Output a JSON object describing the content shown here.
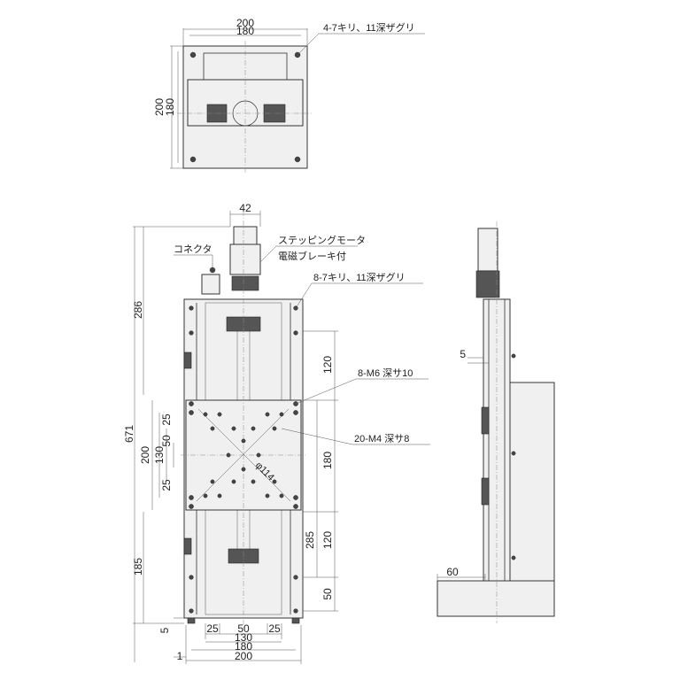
{
  "top_view": {
    "dims": {
      "w_outer": "200",
      "w_inner": "180",
      "h_outer": "200",
      "h_inner": "180"
    },
    "note_holes": "4-7キリ、11深ザグリ"
  },
  "front_view": {
    "dims": {
      "motor_width": "42",
      "total_height": "671",
      "upper_length": "286",
      "lower_length": "185",
      "bottom_offset": "5",
      "bottom_offset_2": "1",
      "v_200": "200",
      "v_130": "130",
      "v_50": "50",
      "v_25a": "25",
      "v_25b": "25",
      "r_120_upper": "120",
      "r_180": "180",
      "r_285": "285",
      "r_120_lower": "120",
      "r_50": "50",
      "b_25a": "25",
      "b_50": "50",
      "b_25b": "25",
      "b_130": "130",
      "b_180": "180",
      "b_200": "200",
      "diameter": "φ114"
    },
    "labels": {
      "connector": "コネクタ",
      "motor_line1": "ステッピングモータ",
      "motor_line2": "電磁ブレーキ付",
      "holes_8": "8-7キリ、11深ザグリ",
      "tap_m6": "8-M6 深サ10",
      "tap_m4": "20-M4 深サ8"
    }
  },
  "side_view": {
    "dims": {
      "offset_5": "5",
      "base_60": "60"
    }
  }
}
